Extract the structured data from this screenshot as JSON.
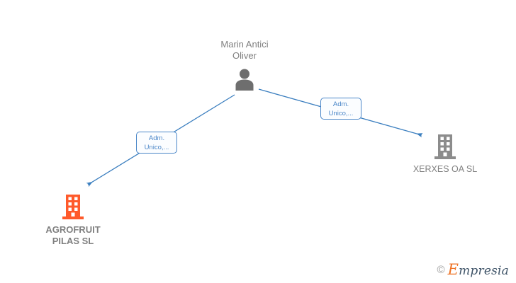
{
  "graph": {
    "background_color": "#ffffff",
    "edge_color": "#3a7ebf",
    "person_color": "#6e6e6e",
    "company_color_highlight": "#ff5a2b",
    "company_color_default": "#8c8c8c",
    "label_text_color": "#4a86c8"
  },
  "person": {
    "name": "Marin Antici\nOliver",
    "icon": "person-icon"
  },
  "companies": [
    {
      "id": "agrofruit",
      "name": "AGROFRUIT\nPILAS  SL",
      "icon": "building-icon",
      "color": "#ff5a2b",
      "highlighted": true
    },
    {
      "id": "xerxes",
      "name": "XERXES OA  SL",
      "icon": "building-icon",
      "color": "#8c8c8c",
      "highlighted": false
    }
  ],
  "edges": [
    {
      "id": "edge-agrofruit",
      "from": "person",
      "to": "agrofruit",
      "label": "Adm.\nUnico,..."
    },
    {
      "id": "edge-xerxes",
      "from": "person",
      "to": "xerxes",
      "label": "Adm.\nUnico,..."
    }
  ],
  "watermark": {
    "copyright": "©",
    "brand_initial": "E",
    "brand_rest": "mpresia"
  }
}
